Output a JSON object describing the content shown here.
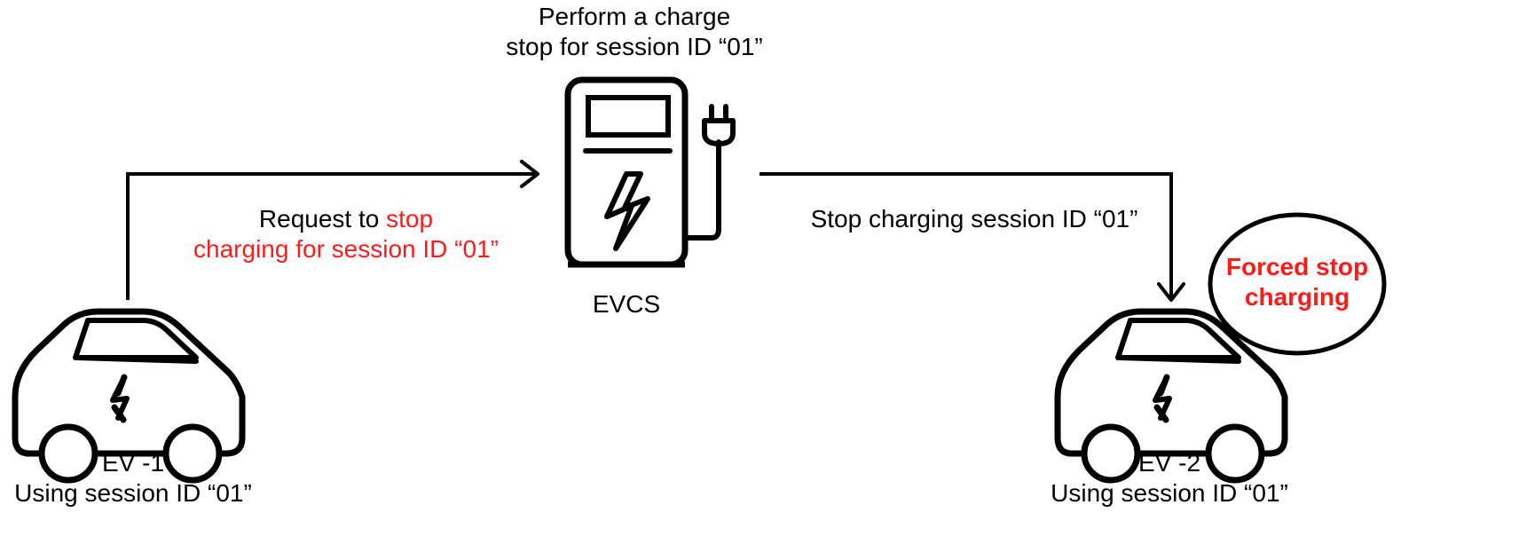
{
  "colors": {
    "ink": "#000000",
    "alert": "#ff1a1a",
    "background": "#ffffff"
  },
  "top_label": {
    "line1": "Perform a charge",
    "line2": "stop for session ID “01”"
  },
  "station": {
    "label": "EVCS",
    "icon": "charging-station-icon"
  },
  "request_label": {
    "part1": "Request to ",
    "part2": "stop",
    "line2": "charging for session ID “01”"
  },
  "stop_label": "Stop charging session ID “01”",
  "ev1": {
    "name": "EV -1",
    "session": "Using session ID “01”",
    "icon": "electric-car-icon"
  },
  "ev2": {
    "name": "EV -2",
    "session": "Using session ID “01”",
    "icon": "electric-car-icon"
  },
  "alert_bubble": {
    "line1": "Forced stop",
    "line2": "charging"
  }
}
